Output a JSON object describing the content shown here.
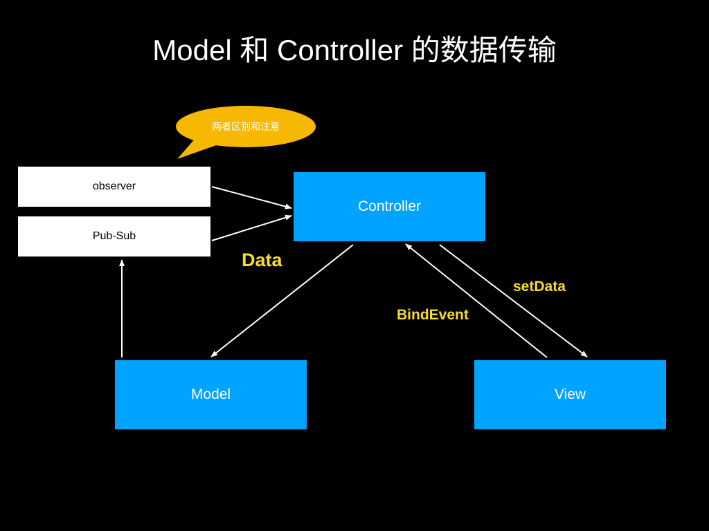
{
  "title": "Model 和 Controller 的数据传输",
  "bubble": {
    "text": "两者区别和注意",
    "color": "#f6b800"
  },
  "nodes": {
    "observer": "observer",
    "pubsub": "Pub-Sub",
    "controller": "Controller",
    "model": "Model",
    "view": "View"
  },
  "edges": {
    "data": "Data",
    "set_data": "setData",
    "bind_event": "BindEvent"
  },
  "colors": {
    "background": "#000000",
    "node_blue": "#00a3ff",
    "label_yellow": "#f9dc2c",
    "arrow": "#ffffff"
  }
}
